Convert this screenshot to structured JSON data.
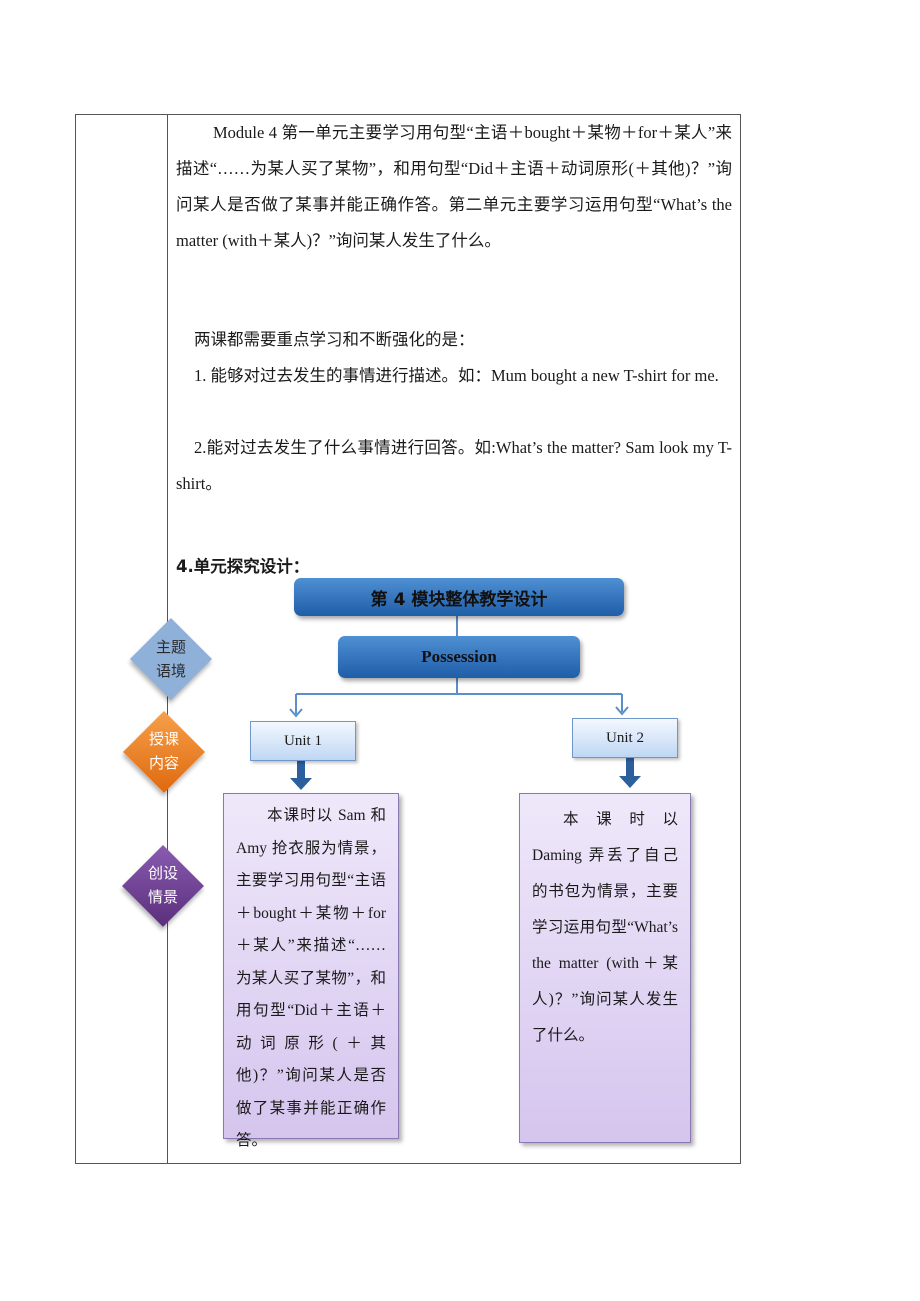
{
  "intro": {
    "para1": "Module 4 第一单元主要学习用句型“主语＋bought＋某物＋for＋某人”来描述“……为某人买了某物”，和用句型“Did＋主语＋动词原形(＋其他)？”询问某人是否做了某事并能正确作答。第二单元主要学习运用句型“What’s the matter (with＋某人)？”询问某人发生了什么。",
    "para2": "两课都需要重点学习和不断强化的是：",
    "item1": "1. 能够对过去发生的事情进行描述。如：Mum bought a new T-shirt for me.",
    "item2": "2.能对过去发生了什么事情进行回答。如:What’s the matter? Sam look my T-shirt。"
  },
  "section_heading": "4.单元探究设计：",
  "diagram": {
    "title": "第 4 模块整体教学设计",
    "theme": "Possession",
    "unit1": "Unit 1",
    "unit2": "Unit 2",
    "unit1_text": "本课时以 Sam 和 Amy 抢衣服为情景，主要学习用句型“主语＋bought＋某物＋for＋某人”来描述“……为某人买了某物”，和用句型“Did＋主语＋动词原形(＋其他)？”询问某人是否做了某事并能正确作答。",
    "unit2_text": "本课时以 Daming 弄丢了自己的书包为情景，主要学习运用句型“What’s the matter (with＋某人)？”询问某人发生了什么。"
  },
  "sidebar": {
    "d1": "主题语境",
    "d2": "授课内容",
    "d3": "创设情景"
  },
  "colors": {
    "diamond1": "#8fb1d9",
    "diamond2": "#ef8324",
    "diamond3": "#6b3f8c"
  }
}
